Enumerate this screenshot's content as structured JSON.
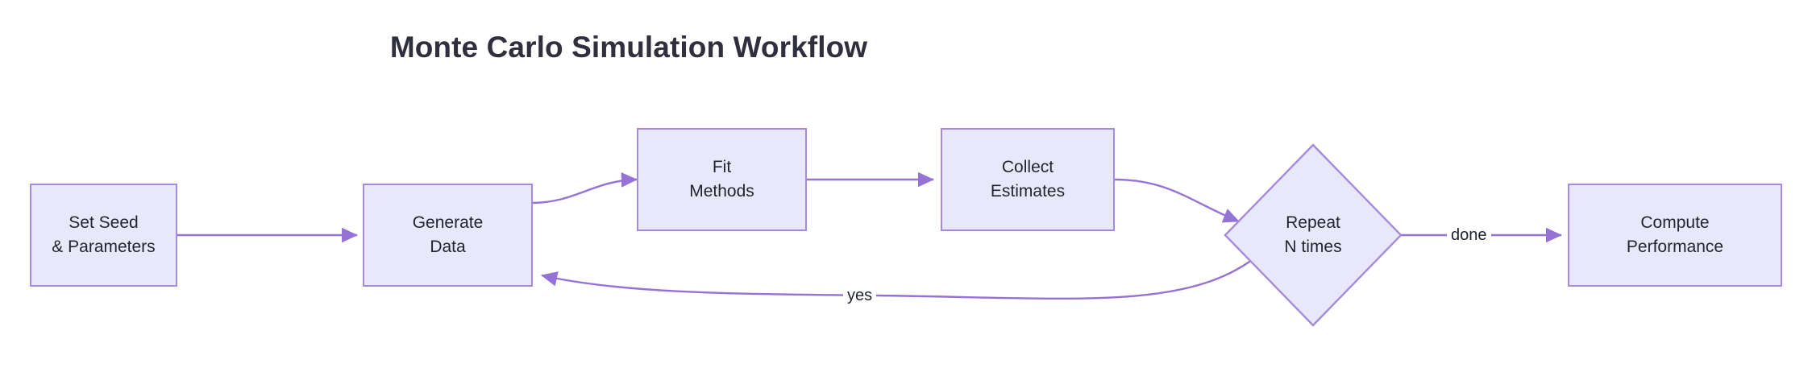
{
  "title": "Monte Carlo Simulation Workflow",
  "theme": {
    "background": "#ffffff",
    "node_fill": "#e9e8fb",
    "node_border": "#a78bdb",
    "edge_color": "#9573d6",
    "text_color": "#1f2430",
    "title_color": "#2f2f3d"
  },
  "nodes": [
    {
      "id": "set-seed",
      "shape": "rect",
      "line1": "Set Seed",
      "line2": "& Parameters"
    },
    {
      "id": "generate-data",
      "shape": "rect",
      "line1": "Generate",
      "line2": "Data"
    },
    {
      "id": "fit-methods",
      "shape": "rect",
      "line1": "Fit",
      "line2": "Methods"
    },
    {
      "id": "collect-estimates",
      "shape": "rect",
      "line1": "Collect",
      "line2": "Estimates"
    },
    {
      "id": "repeat-n-times",
      "shape": "diamond",
      "line1": "Repeat",
      "line2": "N times"
    },
    {
      "id": "compute-performance",
      "shape": "rect",
      "line1": "Compute",
      "line2": "Performance"
    }
  ],
  "edges": [
    {
      "id": "e1",
      "from": "set-seed",
      "to": "generate-data",
      "label": ""
    },
    {
      "id": "e2",
      "from": "generate-data",
      "to": "fit-methods",
      "label": ""
    },
    {
      "id": "e3",
      "from": "fit-methods",
      "to": "collect-estimates",
      "label": ""
    },
    {
      "id": "e4",
      "from": "collect-estimates",
      "to": "repeat-n-times",
      "label": ""
    },
    {
      "id": "e5",
      "from": "repeat-n-times",
      "to": "compute-performance",
      "label": "done"
    },
    {
      "id": "e6",
      "from": "repeat-n-times",
      "to": "generate-data",
      "label": "yes"
    }
  ],
  "labels": {
    "done": "done",
    "yes": "yes"
  }
}
